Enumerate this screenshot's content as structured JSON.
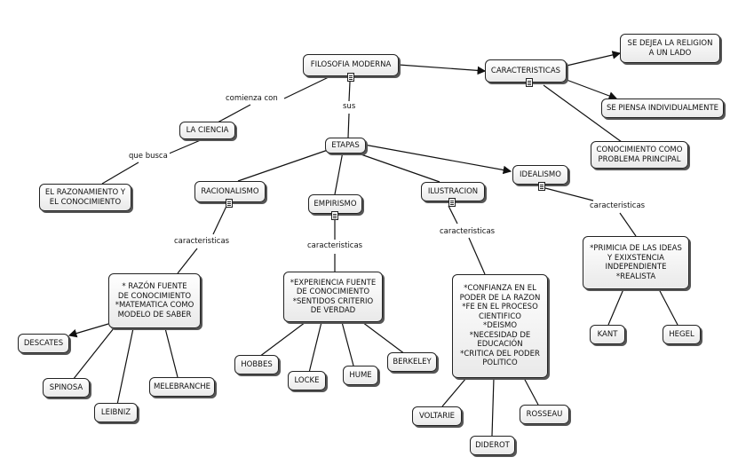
{
  "nodes": {
    "filosofia": "FILOSOFIA MODERNA",
    "caracteristicas": "CARACTERISTICAS",
    "religion": "SE DEJEA LA RELIGION\nA UN LADO",
    "individual": "SE PIENSA INDIVIDUALMENTE",
    "conocimiento": "CONOCIMIENTO COMO\nPROBLEMA PRINCIPAL",
    "ciencia": "LA CIENCIA",
    "razonamiento": "EL RAZONAMIENTO Y\nEL CONOCIMIENTO",
    "etapas": "ETAPAS",
    "racionalismo": "RACIONALISMO",
    "empirismo": "EMPIRISMO",
    "ilustracion": "ILUSTRACION",
    "idealismo": "IDEALISMO",
    "racionalismo_desc": "* RAZÓN FUENTE\nDE CONOCIMIENTO\n*MATEMATICA COMO\nMODELO DE SABER",
    "empirismo_desc": "*EXPERIENCIA FUENTE\nDE CONOCIMIENTO\n*SENTIDOS CRITERIO\nDE VERDAD",
    "ilustracion_desc": "*CONFIANZA EN EL\nPODER DE LA RAZON\n*FE EN EL PROCESO\nCIENTIFICO\n*DEISMO\n*NECESIDAD DE\nEDUCACIÓN\n*CRITICA DEL PODER\nPOLITICO",
    "idealismo_desc": "*PRIMICIA DE LAS IDEAS\nY EXIXSTENCIA\nINDEPENDIENTE\n*REALISTA",
    "descartes": "DESCATES",
    "spinosa": "SPINOSA",
    "leibniz": "LEIBNIZ",
    "melebranche": "MELEBRANCHE",
    "hobbes": "HOBBES",
    "locke": "LOCKE",
    "hume": "HUME",
    "berkeley": "BERKELEY",
    "voltarie": "VOLTARIE",
    "diderot": "DIDEROT",
    "rosseau": "ROSSEAU",
    "kant": "KANT",
    "hegel": "HEGEL"
  },
  "link_labels": {
    "comienza_con": "comienza con",
    "que_busca": "que busca",
    "sus": "sus",
    "car_racionalismo": "caracteristicas",
    "car_empirismo": "caracteristicas",
    "car_ilustracion": "caracteristicas",
    "car_idealismo": "caracteristicas"
  }
}
